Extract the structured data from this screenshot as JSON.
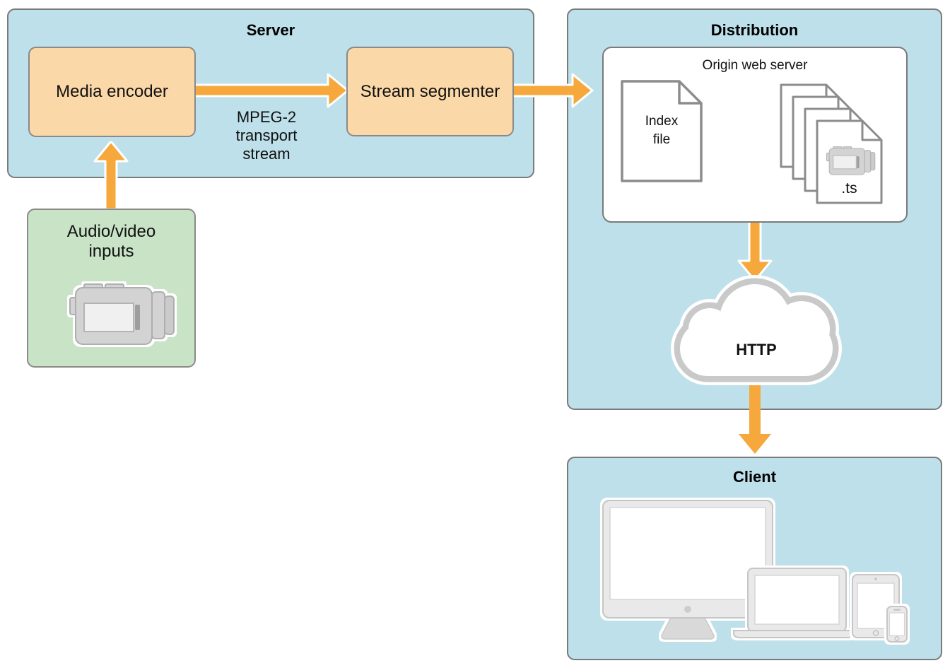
{
  "sections": {
    "server": {
      "title": "Server"
    },
    "distribution": {
      "title": "Distribution"
    },
    "client": {
      "title": "Client"
    }
  },
  "nodes": {
    "media_encoder": {
      "label": "Media encoder"
    },
    "stream_segmenter": {
      "label": "Stream segmenter"
    },
    "av_inputs": {
      "lines": [
        "Audio/video",
        "inputs"
      ]
    },
    "origin_web_server": {
      "label": "Origin web server"
    },
    "index_file": {
      "lines": [
        "Index",
        "file"
      ]
    },
    "ts_segments": {
      "label": ".ts",
      "visible_file_count": 4
    },
    "http_cloud": {
      "label": "HTTP"
    }
  },
  "edges": {
    "encoder_to_segmenter": {
      "lines": [
        "MPEG-2",
        "transport",
        "stream"
      ]
    }
  },
  "icons": {
    "camcorder-icon": "gray video camera glyph (SVG shapes)",
    "document-icon": "page with folded top-right corner",
    "ts-file-stack-icon": "four cascaded pages, front one holds camcorder + .ts",
    "cloud-icon": "white cloud with thick gray outline",
    "imac-icon": "desktop monitor with stand and apple logo",
    "macbook-icon": "laptop with base",
    "ipad-icon": "tablet with home button",
    "iphone-icon": "phone with speaker and home button",
    "arrow-icon": "orange block arrow with white outline"
  },
  "colors": {
    "section_fill": "#BEE0EA",
    "node_fill_peach": "#FBD8A8",
    "node_fill_green": "#C8E3C6",
    "arrow_orange": "#F6A83C",
    "border_gray": "#7A7A7A",
    "doc_border_gray": "#8C8C8C",
    "device_gray": "#E9E9E9",
    "cloud_border_gray": "#C9C9C9"
  }
}
